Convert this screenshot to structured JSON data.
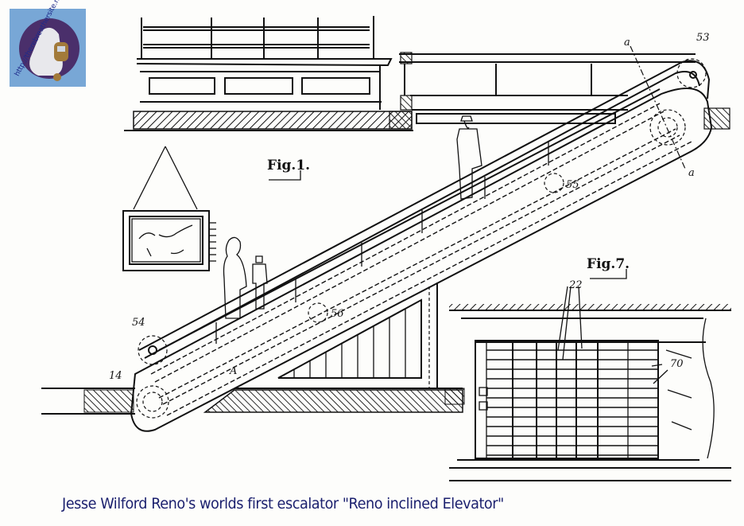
{
  "logo": {
    "url_text": "http://therebreathersite.nl",
    "background": "#78a7d6",
    "disc_color": "#4a2f6b"
  },
  "figures": {
    "fig1_label": "Fig.1.",
    "fig7_label": "Fig.7.",
    "ref_labels": {
      "r53": "53",
      "a_top": "a",
      "a_bottom": "a",
      "r55": "55",
      "r56": "56",
      "r54": "54",
      "r14": "14",
      "rA": "A",
      "r22": "22",
      "r70": "70"
    }
  },
  "caption": {
    "text": "Jesse Wilford Reno's worlds first escalator \"Reno inclined Elevator\"",
    "color": "#1a1f6e"
  }
}
